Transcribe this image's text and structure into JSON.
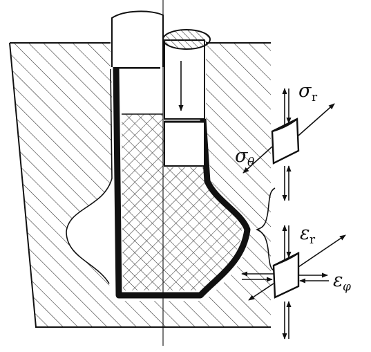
{
  "labels": {
    "sigma_r": {
      "symbol": "σ",
      "sub": "r"
    },
    "sigma_theta": {
      "symbol": "σ",
      "sub": "θ"
    },
    "eps_r": {
      "symbol": "ε",
      "sub": "r"
    },
    "eps_phi": {
      "symbol": "ε",
      "sub": "φ"
    }
  },
  "colors": {
    "line": "#111111",
    "hatch": "#333333",
    "background": "#ffffff"
  }
}
